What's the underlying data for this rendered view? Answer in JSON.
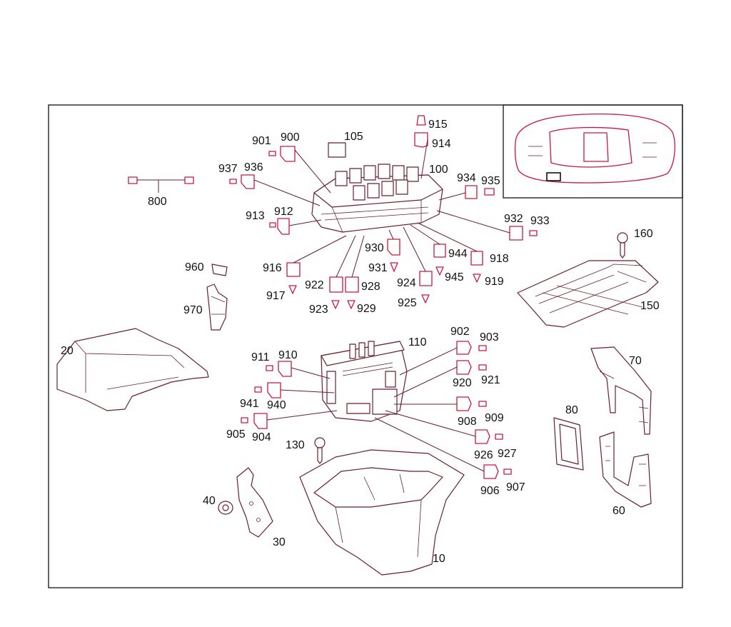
{
  "labels": {
    "l800": "800",
    "l901": "901",
    "l900": "900",
    "l105": "105",
    "l915": "915",
    "l914": "914",
    "l937": "937",
    "l936": "936",
    "l100": "100",
    "l934": "934",
    "l935": "935",
    "l913": "913",
    "l912": "912",
    "l932": "932",
    "l933": "933",
    "l160": "160",
    "l930": "930",
    "l944": "944",
    "l918": "918",
    "l916": "916",
    "l931": "931",
    "l945": "945",
    "l919": "919",
    "l960": "960",
    "l922": "922",
    "l928": "928",
    "l924": "924",
    "l917": "917",
    "l923": "923",
    "l929": "929",
    "l925": "925",
    "l150": "150",
    "l970": "970",
    "l902": "902",
    "l903": "903",
    "l110": "110",
    "l20": "20",
    "l911": "911",
    "l910": "910",
    "l70": "70",
    "l920": "920",
    "l921": "921",
    "l941": "941",
    "l940": "940",
    "l908": "908",
    "l909": "909",
    "l80": "80",
    "l905": "905",
    "l904": "904",
    "l926": "926",
    "l927": "927",
    "l130": "130",
    "l906": "906",
    "l907": "907",
    "l40": "40",
    "l60": "60",
    "l30": "30",
    "l10": "10"
  }
}
